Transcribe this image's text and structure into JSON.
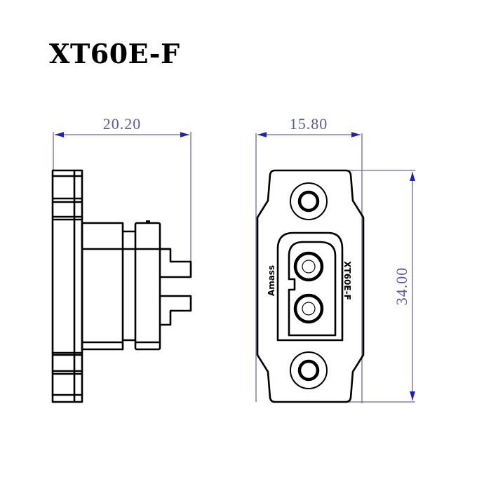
{
  "title": "XT60E-F",
  "colors": {
    "outline": "#000000",
    "dimension_line": "#6a6aa8",
    "dimension_arrow": "#1e1ec8",
    "dimension_text": "#5a5aa0",
    "background": "#ffffff"
  },
  "side_view": {
    "dimension": {
      "label": "20.20",
      "orientation": "horizontal"
    }
  },
  "front_view": {
    "width_dimension": {
      "label": "15.80",
      "orientation": "horizontal"
    },
    "height_dimension": {
      "label": "34.00",
      "orientation": "vertical"
    },
    "markings": {
      "brand": "Amass",
      "model": "XT60E-F"
    },
    "mounting_holes": 2,
    "contacts": 2
  }
}
